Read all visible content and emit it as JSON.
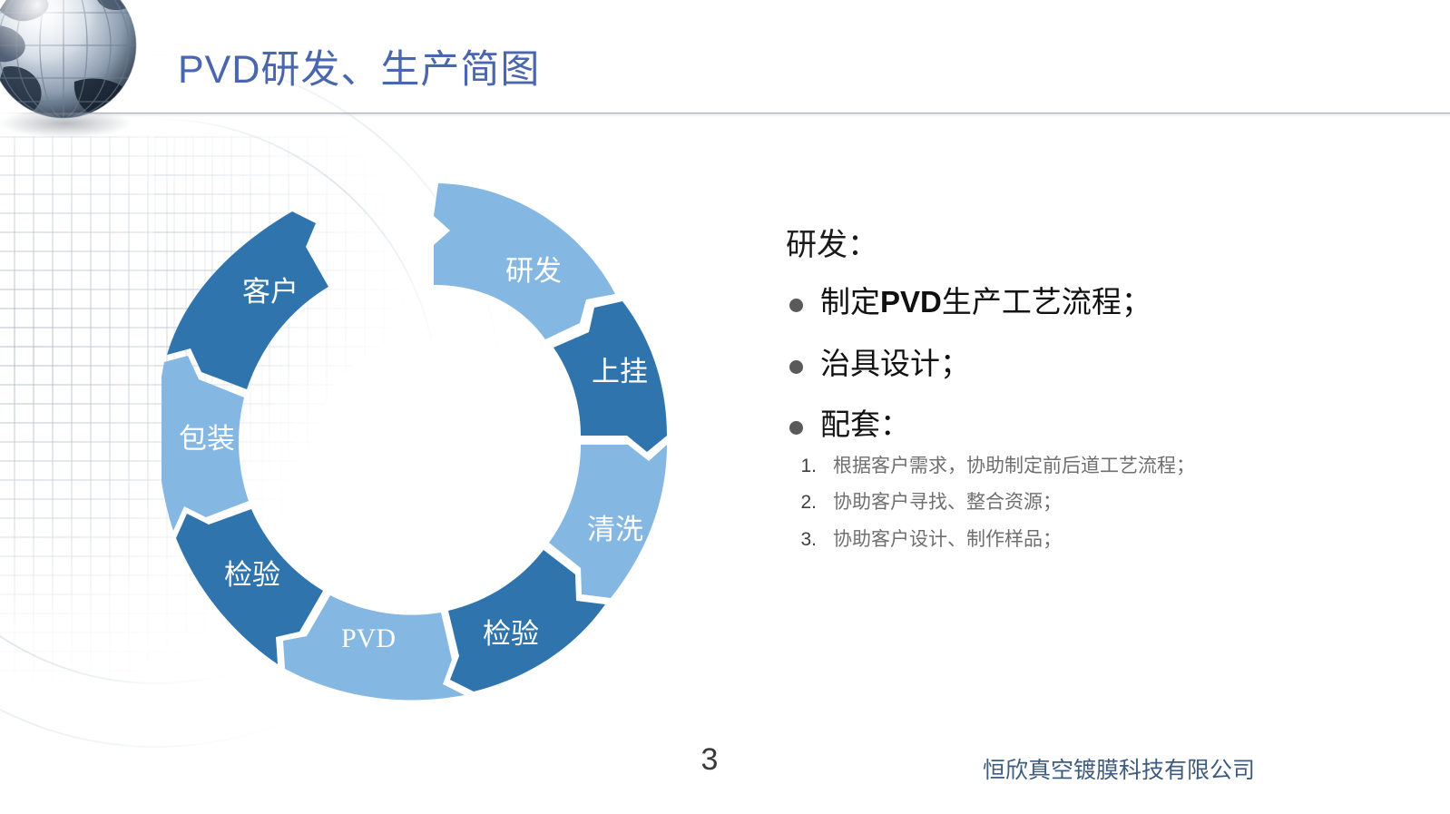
{
  "slide": {
    "title": "PVD研发、生产简图",
    "page_number": "3",
    "footer_company": "恒欣真空镀膜科技有限公司",
    "title_color": "#4a66ae",
    "footer_color": "#3e5c7e"
  },
  "diagram": {
    "type": "cycle",
    "name": "PVD研发、生产简图 流程循环图",
    "colors": {
      "dark": "#2f74ad",
      "light": "#85b7e3",
      "gap": "#ffffff"
    },
    "segments": [
      {
        "label": "研发",
        "tone": "light",
        "index": 1
      },
      {
        "label": "上挂",
        "tone": "dark",
        "index": 2
      },
      {
        "label": "清洗",
        "tone": "light",
        "index": 3
      },
      {
        "label": "检验",
        "tone": "dark",
        "index": 4
      },
      {
        "label": "PVD",
        "tone": "light",
        "index": 5
      },
      {
        "label": "检验",
        "tone": "dark",
        "index": 6
      },
      {
        "label": "包装",
        "tone": "light",
        "index": 7
      },
      {
        "label": "客户",
        "tone": "dark",
        "index": 8
      }
    ]
  },
  "content": {
    "heading": "研发：",
    "bullets": [
      {
        "prefix": "制定",
        "strong": "PVD",
        "suffix": "生产工艺流程；"
      },
      {
        "prefix": "治具设计；",
        "strong": "",
        "suffix": ""
      },
      {
        "prefix": "配套：",
        "strong": "",
        "suffix": ""
      }
    ],
    "sublist": [
      {
        "num": "1.",
        "text": "根据客户需求，协助制定前后道工艺流程；"
      },
      {
        "num": "2.",
        "text": "协助客户寻找、整合资源；"
      },
      {
        "num": "3.",
        "text": "协助客户设计、制作样品；"
      }
    ]
  }
}
